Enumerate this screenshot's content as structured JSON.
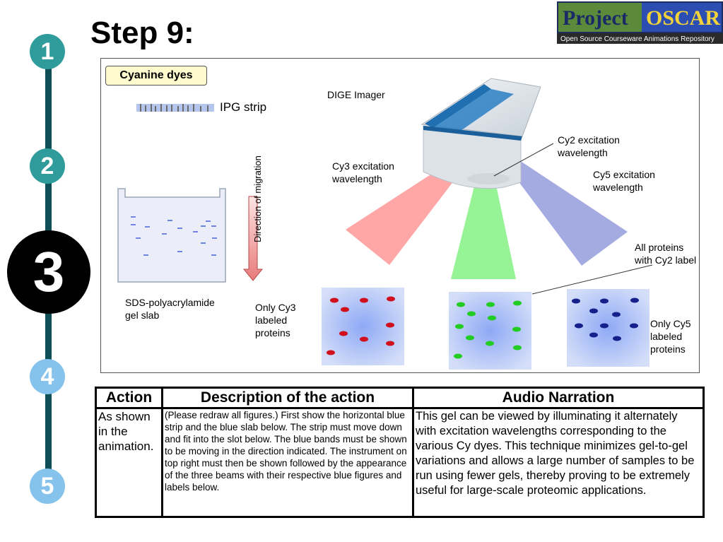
{
  "header": {
    "title": "Step 9:",
    "logo_word1": "Project",
    "logo_word2": "OSCAR",
    "logo_tagline": "Open Source Courseware Animations Repository"
  },
  "steps": [
    "1",
    "2",
    "3",
    "4",
    "5"
  ],
  "diagram": {
    "cyanine_button": "Cyanine dyes",
    "ipg_strip": "IPG strip",
    "gel_slab": [
      "SDS-polyacrylamide",
      "gel slab"
    ],
    "direction": "Direction of migration",
    "imager": "DIGE Imager",
    "cy2_excitation": [
      "Cy2 excitation",
      "wavelength"
    ],
    "cy3_excitation": [
      "Cy3 excitation",
      "wavelength"
    ],
    "cy5_excitation": [
      "Cy5 excitation",
      "wavelength"
    ],
    "all_proteins": [
      "All proteins",
      "with Cy2 label"
    ],
    "only_cy3": [
      "Only Cy3",
      "labeled",
      "proteins"
    ],
    "only_cy5": [
      "Only Cy5",
      "labeled",
      "proteins"
    ],
    "colors": {
      "cy3_beam": "#ff8a8a",
      "cy2_beam": "#7cf07c",
      "cy5_beam": "#8d96d8",
      "cy3_spot": "#d0101c",
      "cy2_spot": "#22cc22",
      "cy5_spot": "#15208a"
    }
  },
  "table": {
    "headers": [
      "Action",
      "Description of the action",
      "Audio Narration"
    ],
    "action": "As shown in the animation.",
    "description": "(Please redraw all figures.) First show the horizontal blue strip and the blue slab below. The strip must move down and fit into the slot below. The blue bands must be shown to be moving in the direction indicated. The instrument on top right must then be shown followed by the appearance of the three beams with their respective blue figures and labels below.",
    "narration": "This gel can be viewed by illuminating it alternately with excitation wavelengths corresponding to the various Cy dyes. This technique minimizes gel-to-gel variations and allows a large number of samples to be run using fewer gels, thereby proving to be extremely useful for large-scale proteomic applications."
  }
}
